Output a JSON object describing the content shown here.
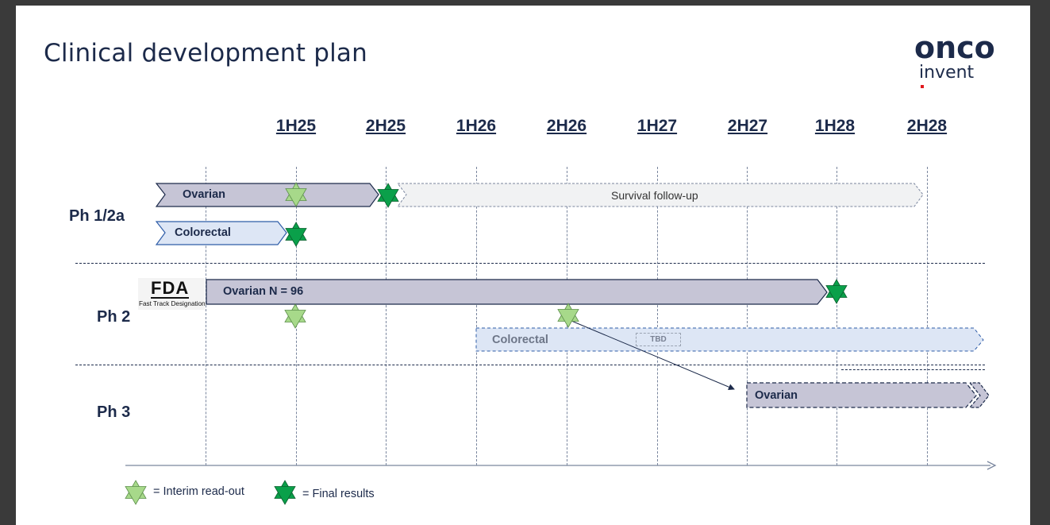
{
  "slide": {
    "title": "Clinical development plan"
  },
  "logo": {
    "word": "onco",
    "sub": "invent",
    "accent_color": "#e1191e"
  },
  "timeline": {
    "periods": [
      "1H25",
      "2H25",
      "1H26",
      "2H26",
      "1H27",
      "2H27",
      "1H28",
      "2H28"
    ]
  },
  "phases": {
    "ph12a": "Ph 1/2a",
    "ph2": "Ph 2",
    "ph3": "Ph 3"
  },
  "bars": {
    "ph12a_ovarian": "Ovarian",
    "survival": "Survival follow-up",
    "ph12a_colorectal": "Colorectal",
    "ph2_ovarian": "Ovarian N = 96",
    "ph2_colorectal": "Colorectal",
    "tbd": "TBD",
    "ph3_ovarian": "Ovarian"
  },
  "fda": {
    "logo": "FDA",
    "designation": "Fast Track Designation"
  },
  "legend": {
    "interim": "= Interim read-out",
    "final": "= Final results"
  },
  "colors": {
    "navy": "#1c2a4a",
    "ovarian_bar": "#c6c5d6",
    "colorectal_bar": "#dde6f5",
    "survival_bar": "#f1f2f3",
    "interim_star": "#a7d98a",
    "final_star": "#0aa04a"
  }
}
